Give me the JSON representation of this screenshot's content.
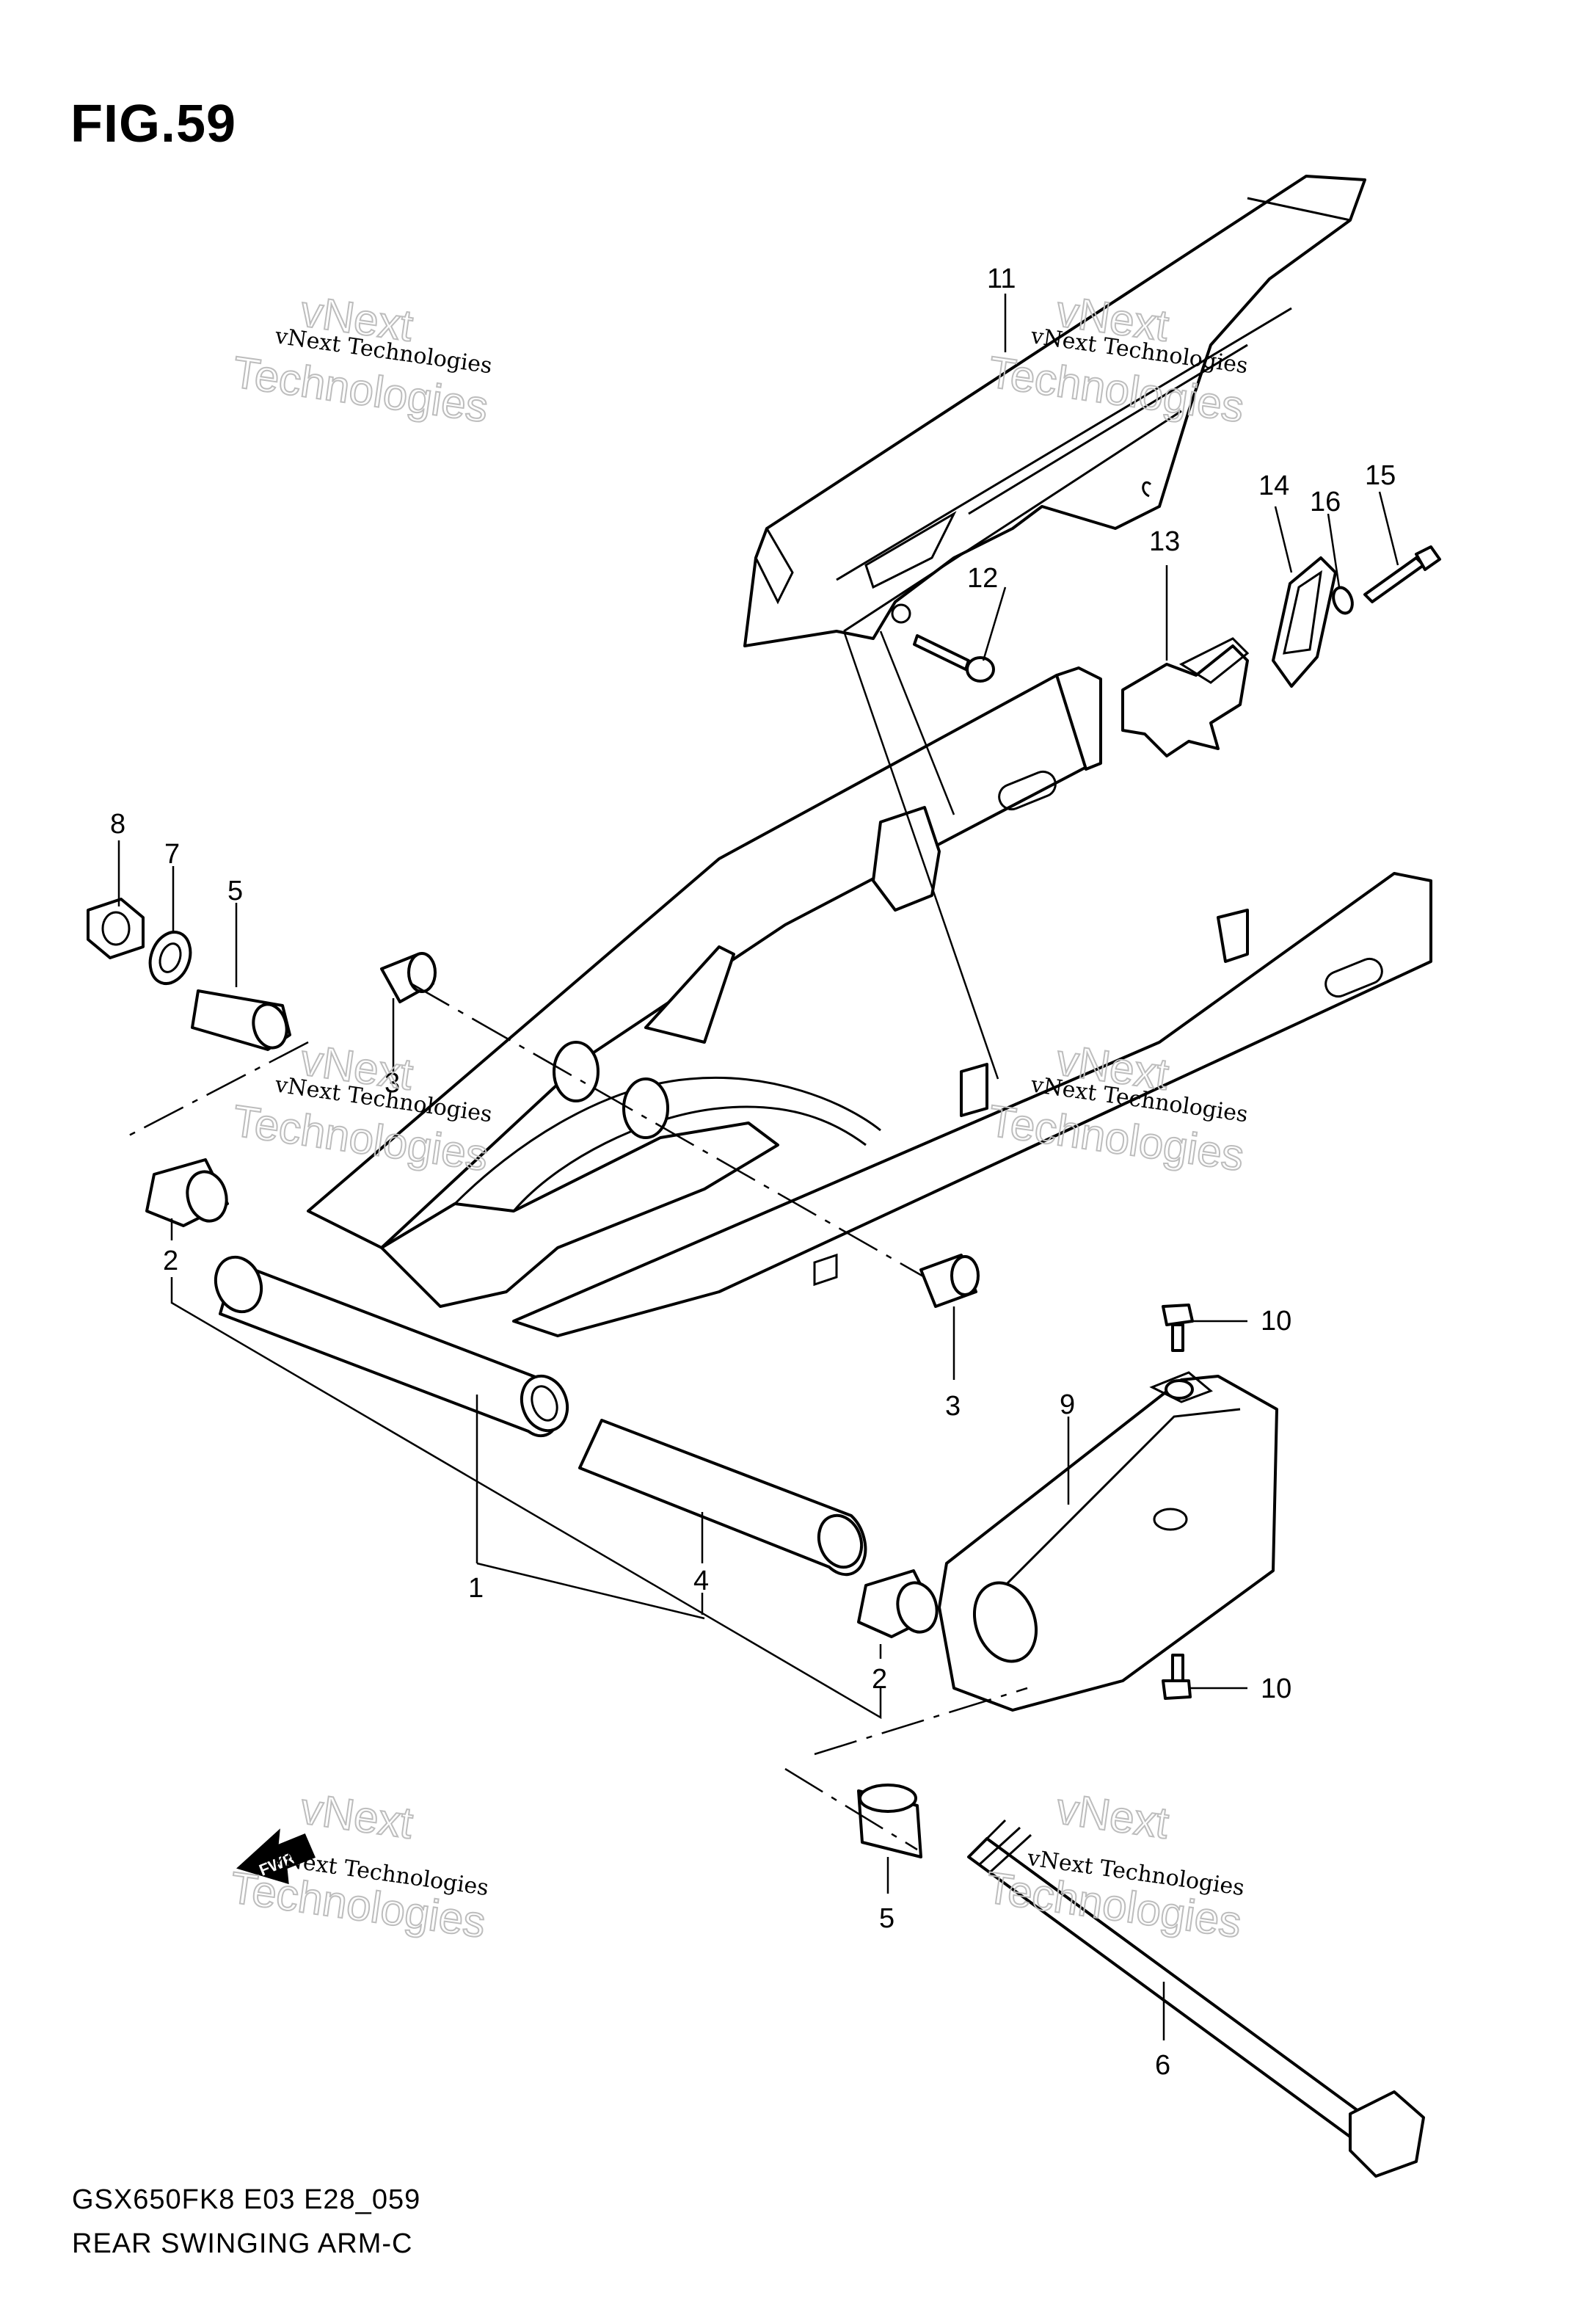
{
  "figure": {
    "title": "FIG.59"
  },
  "footer": {
    "model_code": "GSX650FK8 E03 E28_059",
    "diagram_title": "REAR SWINGING ARM-C"
  },
  "watermark": {
    "line1": "vNext Technologies",
    "outline_top": "vNext",
    "outline_bottom": "Technologies"
  },
  "direction_marker": {
    "label": "FWR"
  },
  "callouts": {
    "c1": "1",
    "c2a": "2",
    "c2b": "2",
    "c3a": "3",
    "c3b": "3",
    "c4": "4",
    "c5a": "5",
    "c5b": "5",
    "c6": "6",
    "c7": "7",
    "c8": "8",
    "c9": "9",
    "c10a": "10",
    "c10b": "10",
    "c11": "11",
    "c12": "12",
    "c13": "13",
    "c14": "14",
    "c15": "15",
    "c16": "16"
  },
  "colors": {
    "line": "#000000",
    "background": "#ffffff",
    "watermark_outline": "#bdbdbd"
  }
}
